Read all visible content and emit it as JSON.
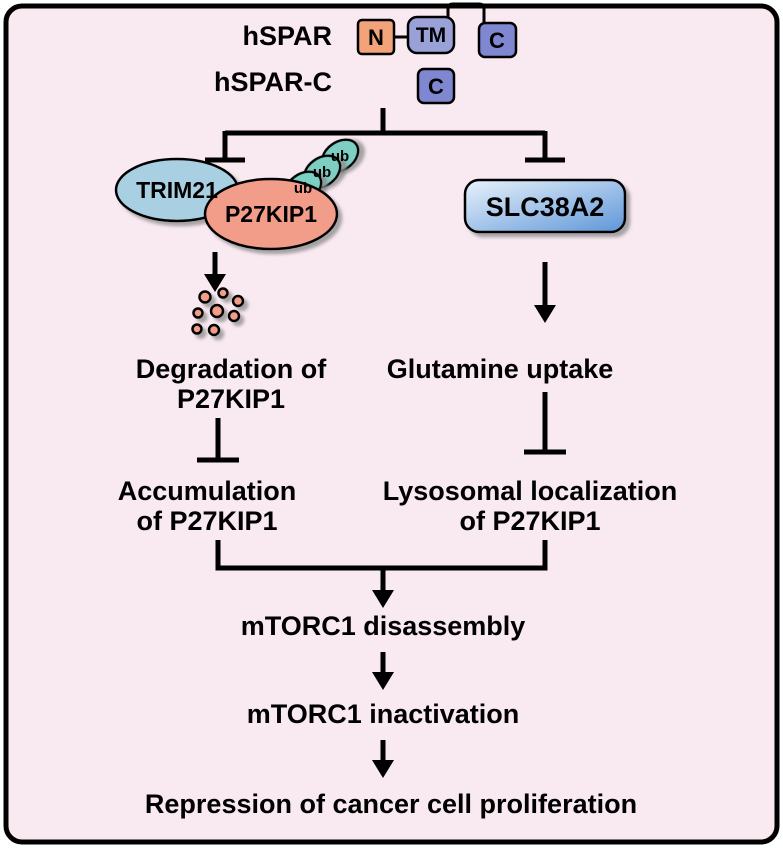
{
  "header": {
    "hspar_label": "hSPAR",
    "hspar_c_label": "hSPAR-C",
    "domain_n": "N",
    "domain_tm": "TM",
    "domain_c": "C",
    "hspar_c_domain": "C"
  },
  "left_pathway": {
    "trim21_label": "TRIM21",
    "p27kip1_label": "P27KIP1",
    "ub1": "ub",
    "ub2": "ub",
    "ub3": "ub",
    "degradation_line1": "Degradation of",
    "degradation_line2": "P27KIP1",
    "accumulation_line1": "Accumulation",
    "accumulation_line2": "of P27KIP1"
  },
  "right_pathway": {
    "slc38a2_label": "SLC38A2",
    "glutamine_label": "Glutamine uptake",
    "lysosomal_line1": "Lysosomal localization",
    "lysosomal_line2": "of P27KIP1"
  },
  "bottom_pathway": {
    "disassembly_label": "mTORC1 disassembly",
    "inactivation_label": "mTORC1 inactivation",
    "repression_label": "Repression of cancer cell proliferation"
  },
  "colors": {
    "background": "#f9e9f1",
    "border": "#000000",
    "trim21_fill": "#a9d0e2",
    "p27kip1_fill": "#f29c8a",
    "ub_fill": "#7dcfc4",
    "dot_fill": "#f29c8a",
    "domain_n_fill": "#f2a379",
    "domain_tm_fill": "#9aa0d8",
    "domain_c_fill": "#7f87d0",
    "slc38a2_light": "#e9f2fb",
    "slc38a2_dark": "#5e96d8"
  }
}
